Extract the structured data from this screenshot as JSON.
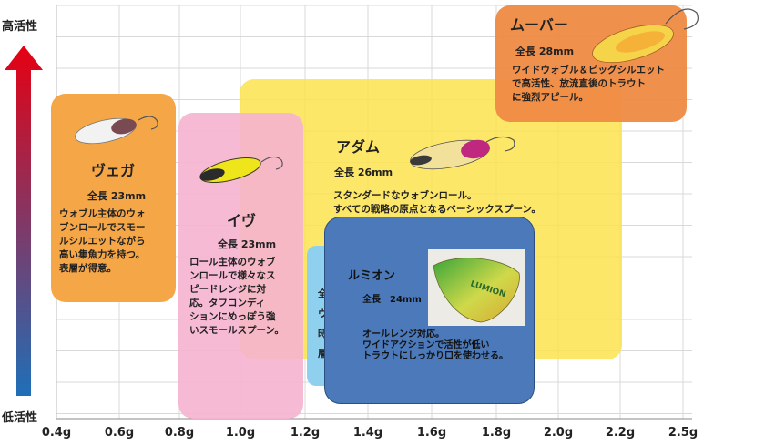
{
  "y_axis": {
    "top_label": "高活性",
    "bottom_label": "低活性"
  },
  "x_axis": {
    "ticks": [
      "0.4g",
      "0.6g",
      "0.8g",
      "1.0g",
      "1.2g",
      "1.4g",
      "1.6g",
      "1.8g",
      "2.0g",
      "2.2g",
      "2.5g"
    ]
  },
  "colors": {
    "arrow_top": "#e60012",
    "arrow_bottom": "#1f6fb8",
    "vega": "#f5a646",
    "iv": "#f6b3d0",
    "adam": "#fbe34f",
    "moover": "#ef8a43",
    "lumion": "#4b79b9",
    "hidden": "#8fd0ee"
  },
  "lures": {
    "vega": {
      "name": "ヴェガ",
      "length": "全長 23mm",
      "desc": [
        "ウォブル主体のウォ",
        "ブンロールでスモー",
        "ルシルエットながら",
        "高い集魚力を持つ。",
        "表層が得意。"
      ],
      "icon": "spoon-lure-icon"
    },
    "iv": {
      "name": "イヴ",
      "length": "全長 23mm",
      "desc": [
        "ロール主体のウォブ",
        "ンロールで様々なス",
        "ピードレンジに対",
        "応。タフコンディ",
        "ションにめっぽう強",
        "いスモールスプーン。"
      ],
      "icon": "spoon-lure-icon"
    },
    "adam": {
      "name": "アダム",
      "length": "全長 26mm",
      "desc": [
        "スタンダードなウォブンロール。",
        "すべての戦略の原点となるベーシックスプーン。"
      ],
      "icon": "spoon-lure-icon"
    },
    "moover": {
      "name": "ムーバー",
      "length": "全長 28mm",
      "desc": [
        "ワイドウォブル＆ビッグシルエット",
        "で高活性、放流直後のトラウト",
        "に強烈アピール。"
      ],
      "icon": "spoon-lure-icon"
    },
    "lumion": {
      "name": "ルミオン",
      "length": "全長　24mm",
      "desc": [
        "オールレンジ対応。",
        "ワイドアクションで活性が低い",
        "トラウトにしっかり口を使わせる。"
      ],
      "photo_text": "LUMION",
      "icon": "spoon-lure-photo"
    },
    "hidden": {
      "desc": [
        "全",
        "ウ",
        "時",
        "層"
      ]
    }
  }
}
